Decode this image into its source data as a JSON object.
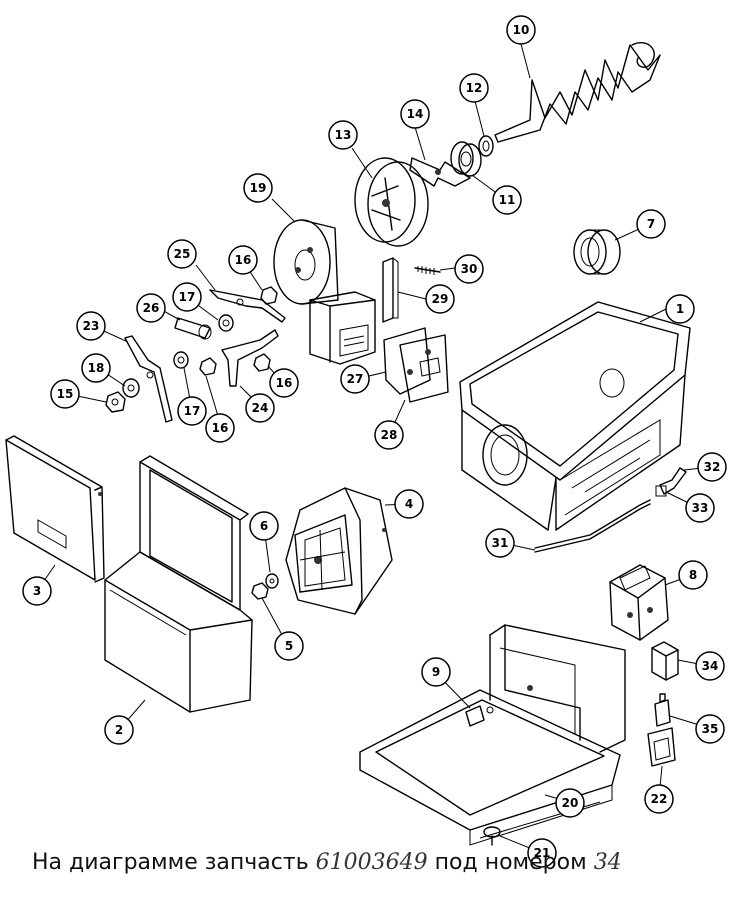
{
  "caption": {
    "prefix": "На диаграмме запчасть",
    "part_number": "61003649",
    "middle": "под номером",
    "position": "34"
  },
  "callouts": [
    {
      "id": "1",
      "label": "1"
    },
    {
      "id": "2",
      "label": "2"
    },
    {
      "id": "3",
      "label": "3"
    },
    {
      "id": "4",
      "label": "4"
    },
    {
      "id": "5",
      "label": "5"
    },
    {
      "id": "6",
      "label": "6"
    },
    {
      "id": "7",
      "label": "7"
    },
    {
      "id": "8",
      "label": "8"
    },
    {
      "id": "9",
      "label": "9"
    },
    {
      "id": "10",
      "label": "10"
    },
    {
      "id": "11",
      "label": "11"
    },
    {
      "id": "12",
      "label": "12"
    },
    {
      "id": "13",
      "label": "13"
    },
    {
      "id": "14",
      "label": "14"
    },
    {
      "id": "15",
      "label": "15"
    },
    {
      "id": "16a",
      "label": "16"
    },
    {
      "id": "16b",
      "label": "16"
    },
    {
      "id": "16c",
      "label": "16"
    },
    {
      "id": "17a",
      "label": "17"
    },
    {
      "id": "17b",
      "label": "17"
    },
    {
      "id": "18",
      "label": "18"
    },
    {
      "id": "19",
      "label": "19"
    },
    {
      "id": "20",
      "label": "20"
    },
    {
      "id": "21",
      "label": "21"
    },
    {
      "id": "22",
      "label": "22"
    },
    {
      "id": "23",
      "label": "23"
    },
    {
      "id": "24",
      "label": "24"
    },
    {
      "id": "25",
      "label": "25"
    },
    {
      "id": "26",
      "label": "26"
    },
    {
      "id": "27",
      "label": "27"
    },
    {
      "id": "28",
      "label": "28"
    },
    {
      "id": "29",
      "label": "29"
    },
    {
      "id": "30",
      "label": "30"
    },
    {
      "id": "31",
      "label": "31"
    },
    {
      "id": "32",
      "label": "32"
    },
    {
      "id": "33",
      "label": "33"
    },
    {
      "id": "34",
      "label": "34"
    },
    {
      "id": "35",
      "label": "35"
    }
  ]
}
